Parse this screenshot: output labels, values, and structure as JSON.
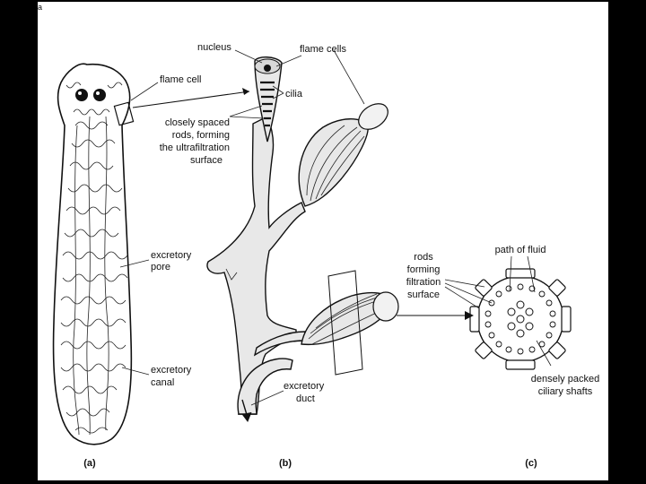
{
  "corner_mark": "a",
  "labels": {
    "nucleus": "nucleus",
    "flame_cells": "flame cells",
    "flame_cell": "flame cell",
    "cilia": "cilia",
    "rods_ultra": [
      "closely spaced",
      "rods, forming",
      "the ultrafiltration",
      "surface"
    ],
    "excretory_pore": [
      "excretory",
      "pore"
    ],
    "excretory_canal": [
      "excretory",
      "canal"
    ],
    "excretory_duct": [
      "excretory",
      "duct"
    ],
    "rods_filtration": [
      "rods",
      "forming",
      "filtration",
      "surface"
    ],
    "path_of_fluid": "path of fluid",
    "ciliary_shafts": [
      "densely packed",
      "ciliary shafts"
    ]
  },
  "captions": {
    "a": "(a)",
    "b": "(b)",
    "c": "(c)"
  }
}
